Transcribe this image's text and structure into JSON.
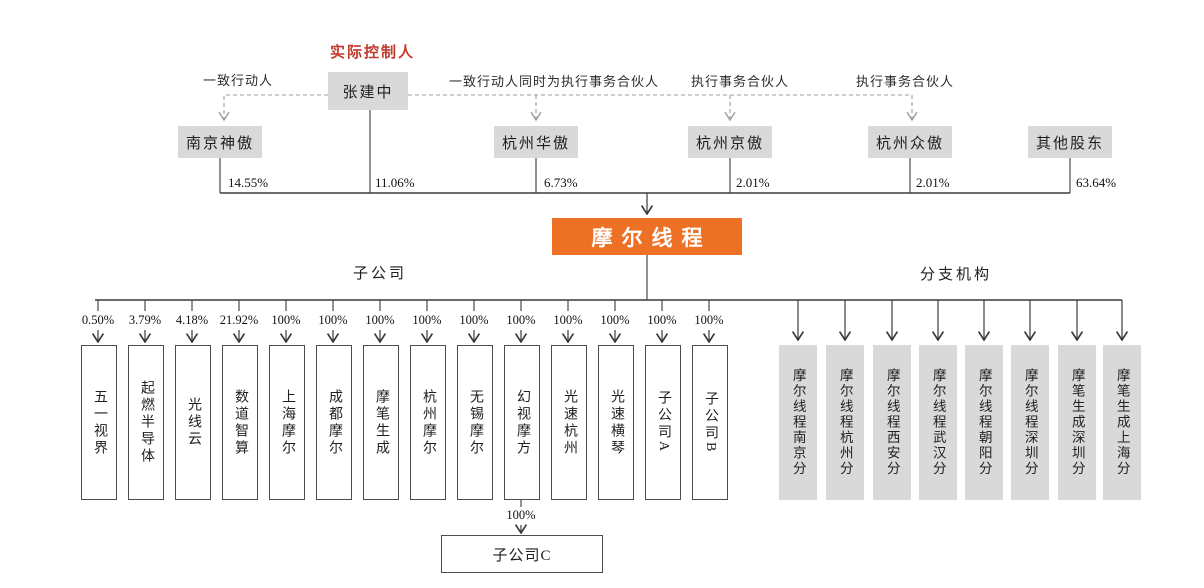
{
  "colors": {
    "company_box": "#ec7125",
    "controller_label": "#c23b2b",
    "gray_box": "#d9d9d9",
    "dashed_line": "#9e9e9e",
    "solid_line": "#3a3a3a"
  },
  "header": {
    "controller_label": "实际控制人",
    "controller_name": "张建中",
    "controller_direct_pct": "11.06%",
    "relations": [
      "一致行动人",
      "一致行动人同时为执行事务合伙人",
      "执行事务合伙人",
      "执行事务合伙人"
    ]
  },
  "shareholders": [
    {
      "name": "南京神傲",
      "pct": "14.55%"
    },
    {
      "name": "杭州华傲",
      "pct": "6.73%"
    },
    {
      "name": "杭州京傲",
      "pct": "2.01%"
    },
    {
      "name": "杭州众傲",
      "pct": "2.01%"
    },
    {
      "name": "其他股东",
      "pct": "63.64%"
    }
  ],
  "company": {
    "name": "摩尔线程"
  },
  "sections": {
    "subsidiaries": "子公司",
    "branches": "分支机构"
  },
  "subsidiaries": [
    {
      "name": "五一视界",
      "pct": "0.50%"
    },
    {
      "name": "起燃半导体",
      "pct": "3.79%"
    },
    {
      "name": "光线云",
      "pct": "4.18%"
    },
    {
      "name": "数道智算",
      "pct": "21.92%"
    },
    {
      "name": "上海摩尔",
      "pct": "100%"
    },
    {
      "name": "成都摩尔",
      "pct": "100%"
    },
    {
      "name": "摩笔生成",
      "pct": "100%"
    },
    {
      "name": "杭州摩尔",
      "pct": "100%"
    },
    {
      "name": "无锡摩尔",
      "pct": "100%"
    },
    {
      "name": "幻视摩方",
      "pct": "100%"
    },
    {
      "name": "光速杭州",
      "pct": "100%"
    },
    {
      "name": "光速横琴",
      "pct": "100%"
    },
    {
      "name": "子公司A",
      "pct": "100%"
    },
    {
      "name": "子公司B",
      "pct": "100%"
    }
  ],
  "sub_subsidiary": {
    "name": "子公司C",
    "pct": "100%"
  },
  "branches": [
    {
      "name": "摩尔线程南京分"
    },
    {
      "name": "摩尔线程杭州分"
    },
    {
      "name": "摩尔线程西安分"
    },
    {
      "name": "摩尔线程武汉分"
    },
    {
      "name": "摩尔线程朝阳分"
    },
    {
      "name": "摩尔线程深圳分"
    },
    {
      "name": "摩笔生成深圳分"
    },
    {
      "name": "摩笔生成上海分"
    }
  ]
}
